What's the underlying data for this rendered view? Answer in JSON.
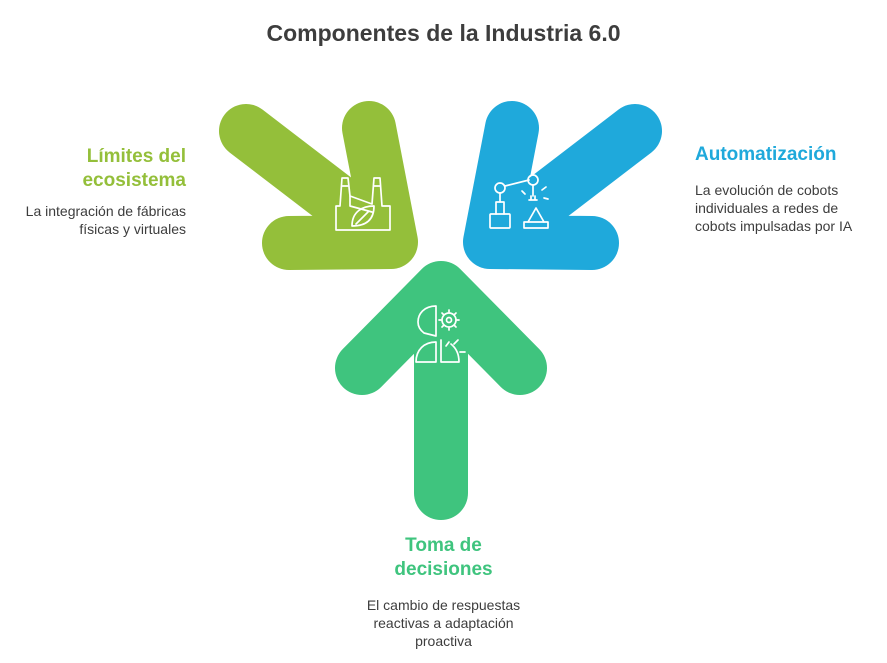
{
  "title": "Componentes de la Industria 6.0",
  "colors": {
    "green_light": "#94BF3A",
    "blue": "#1FA9DB",
    "green": "#3FC47E",
    "text": "#3D3D3D"
  },
  "components": [
    {
      "heading": "Límites del\necosistema",
      "description": "La integración de fábricas\nfísicas y virtuales",
      "icon": "factory-leaf-icon",
      "color": "#94BF3A"
    },
    {
      "heading": "Automatización",
      "description": "La evolución de cobots\nindividuales a redes de\ncobots impulsadas por IA",
      "icon": "robot-arm-icon",
      "color": "#1FA9DB"
    },
    {
      "heading": "Toma de\ndecisiones",
      "description": "El cambio de respuestas\nreactivas a adaptación\nproactiva",
      "icon": "head-gears-icon",
      "color": "#3FC47E"
    }
  ]
}
